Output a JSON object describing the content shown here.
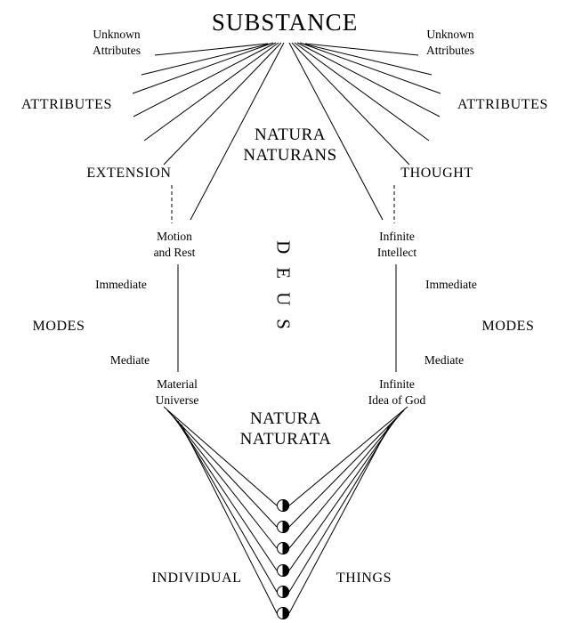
{
  "diagram": {
    "colors": {
      "background": "#ffffff",
      "line": "#000000",
      "text": "#000000"
    },
    "substance": "SUBSTANCE",
    "natura_naturans": {
      "line1": "NATURA",
      "line2": "NATURANS"
    },
    "deus": "DEUS",
    "natura_naturata": {
      "line1": "NATURA",
      "line2": "NATURATA"
    },
    "left": {
      "unknown_attributes": {
        "line1": "Unknown",
        "line2": "Attributes"
      },
      "attributes": "ATTRIBUTES",
      "extension": "EXTENSION",
      "motion_and_rest": {
        "line1": "Motion",
        "line2": "and Rest"
      },
      "immediate": "Immediate",
      "modes": "MODES",
      "mediate": "Mediate",
      "material_universe": {
        "line1": "Material",
        "line2": "Universe"
      }
    },
    "right": {
      "unknown_attributes": {
        "line1": "Unknown",
        "line2": "Attributes"
      },
      "attributes": "ATTRIBUTES",
      "thought": "THOUGHT",
      "infinite_intellect": {
        "line1": "Infinite",
        "line2": "Intellect"
      },
      "immediate": "Immediate",
      "modes": "MODES",
      "mediate": "Mediate",
      "infinite_idea_of_god": {
        "line1": "Infinite",
        "line2": "Idea of God"
      }
    },
    "individual_things": {
      "left_label": "INDIVIDUAL",
      "right_label": "THINGS",
      "node_count": 6
    }
  }
}
